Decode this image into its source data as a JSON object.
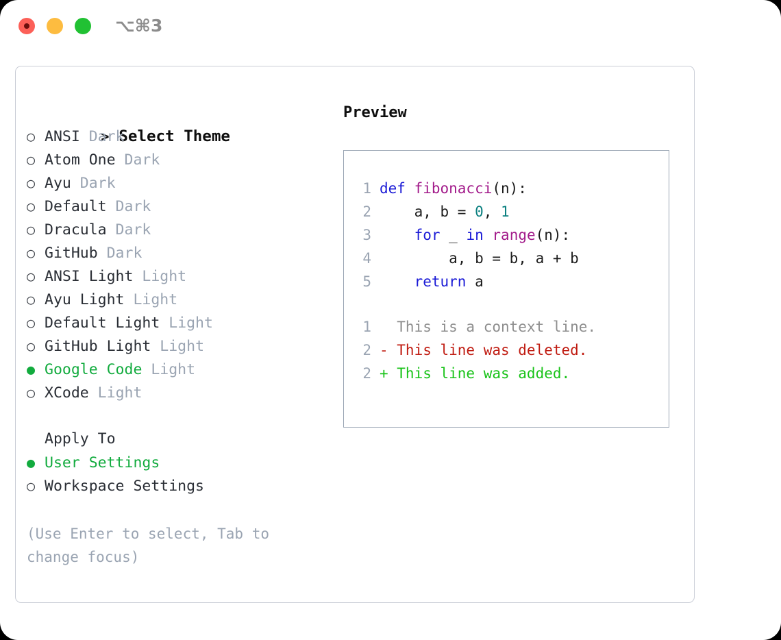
{
  "titlebar": {
    "shortcut": "⌥⌘3",
    "buttons": [
      {
        "name": "close",
        "color": "#fc6058"
      },
      {
        "name": "minimize",
        "color": "#fdbc40"
      },
      {
        "name": "maximize",
        "color": "#21c133"
      }
    ]
  },
  "theme_picker": {
    "header_prefix": ">",
    "header": "Select Theme",
    "radio_unselected": "○",
    "radio_selected": "●",
    "items": [
      {
        "name": "ANSI",
        "variant": "Dark",
        "selected": false
      },
      {
        "name": "Atom One",
        "variant": "Dark",
        "selected": false
      },
      {
        "name": "Ayu",
        "variant": "Dark",
        "selected": false
      },
      {
        "name": "Default",
        "variant": "Dark",
        "selected": false
      },
      {
        "name": "Dracula",
        "variant": "Dark",
        "selected": false
      },
      {
        "name": "GitHub",
        "variant": "Dark",
        "selected": false
      },
      {
        "name": "ANSI Light",
        "variant": "Light",
        "selected": false
      },
      {
        "name": "Ayu Light",
        "variant": "Light",
        "selected": false
      },
      {
        "name": "Default Light",
        "variant": "Light",
        "selected": false
      },
      {
        "name": "GitHub Light",
        "variant": "Light",
        "selected": false
      },
      {
        "name": "Google Code",
        "variant": "Light",
        "selected": true
      },
      {
        "name": "XCode",
        "variant": "Light",
        "selected": false
      }
    ]
  },
  "apply_to": {
    "header": "Apply To",
    "items": [
      {
        "name": "User Settings",
        "selected": true
      },
      {
        "name": "Workspace Settings",
        "selected": false
      }
    ]
  },
  "hint": "(Use Enter to select, Tab to change focus)",
  "preview": {
    "title": "Preview",
    "code_lines": [
      {
        "n": "1",
        "tokens": [
          {
            "t": "def ",
            "c": "kw"
          },
          {
            "t": "fibonacci",
            "c": "fn"
          },
          {
            "t": "(n):",
            "c": "pl"
          }
        ]
      },
      {
        "n": "2",
        "tokens": [
          {
            "t": "    a, b = ",
            "c": "pl"
          },
          {
            "t": "0",
            "c": "num"
          },
          {
            "t": ", ",
            "c": "pl"
          },
          {
            "t": "1",
            "c": "num"
          }
        ]
      },
      {
        "n": "3",
        "tokens": [
          {
            "t": "    ",
            "c": "pl"
          },
          {
            "t": "for",
            "c": "kw"
          },
          {
            "t": " _ ",
            "c": "pl"
          },
          {
            "t": "in",
            "c": "kw"
          },
          {
            "t": " ",
            "c": "pl"
          },
          {
            "t": "range",
            "c": "fn"
          },
          {
            "t": "(n):",
            "c": "pl"
          }
        ]
      },
      {
        "n": "4",
        "tokens": [
          {
            "t": "        a, b = b, a + b",
            "c": "pl"
          }
        ]
      },
      {
        "n": "5",
        "tokens": [
          {
            "t": "    ",
            "c": "pl"
          },
          {
            "t": "return",
            "c": "kw"
          },
          {
            "t": " a",
            "c": "pl"
          }
        ]
      }
    ],
    "diff_lines": [
      {
        "n": "1",
        "marker": "  ",
        "text": "This is a context line.",
        "kind": "ctx"
      },
      {
        "n": "2",
        "marker": "- ",
        "text": "This line was deleted.",
        "kind": "del"
      },
      {
        "n": "2",
        "marker": "+ ",
        "text": "This line was added.",
        "kind": "add"
      }
    ]
  },
  "colors": {
    "accent_green": "#12ab3e",
    "muted": "#9aa4b2",
    "keyword": "#1a1ad6",
    "function": "#a21a8a",
    "number": "#0b8080",
    "diff_delete": "#c01c12",
    "diff_add": "#18c318"
  }
}
